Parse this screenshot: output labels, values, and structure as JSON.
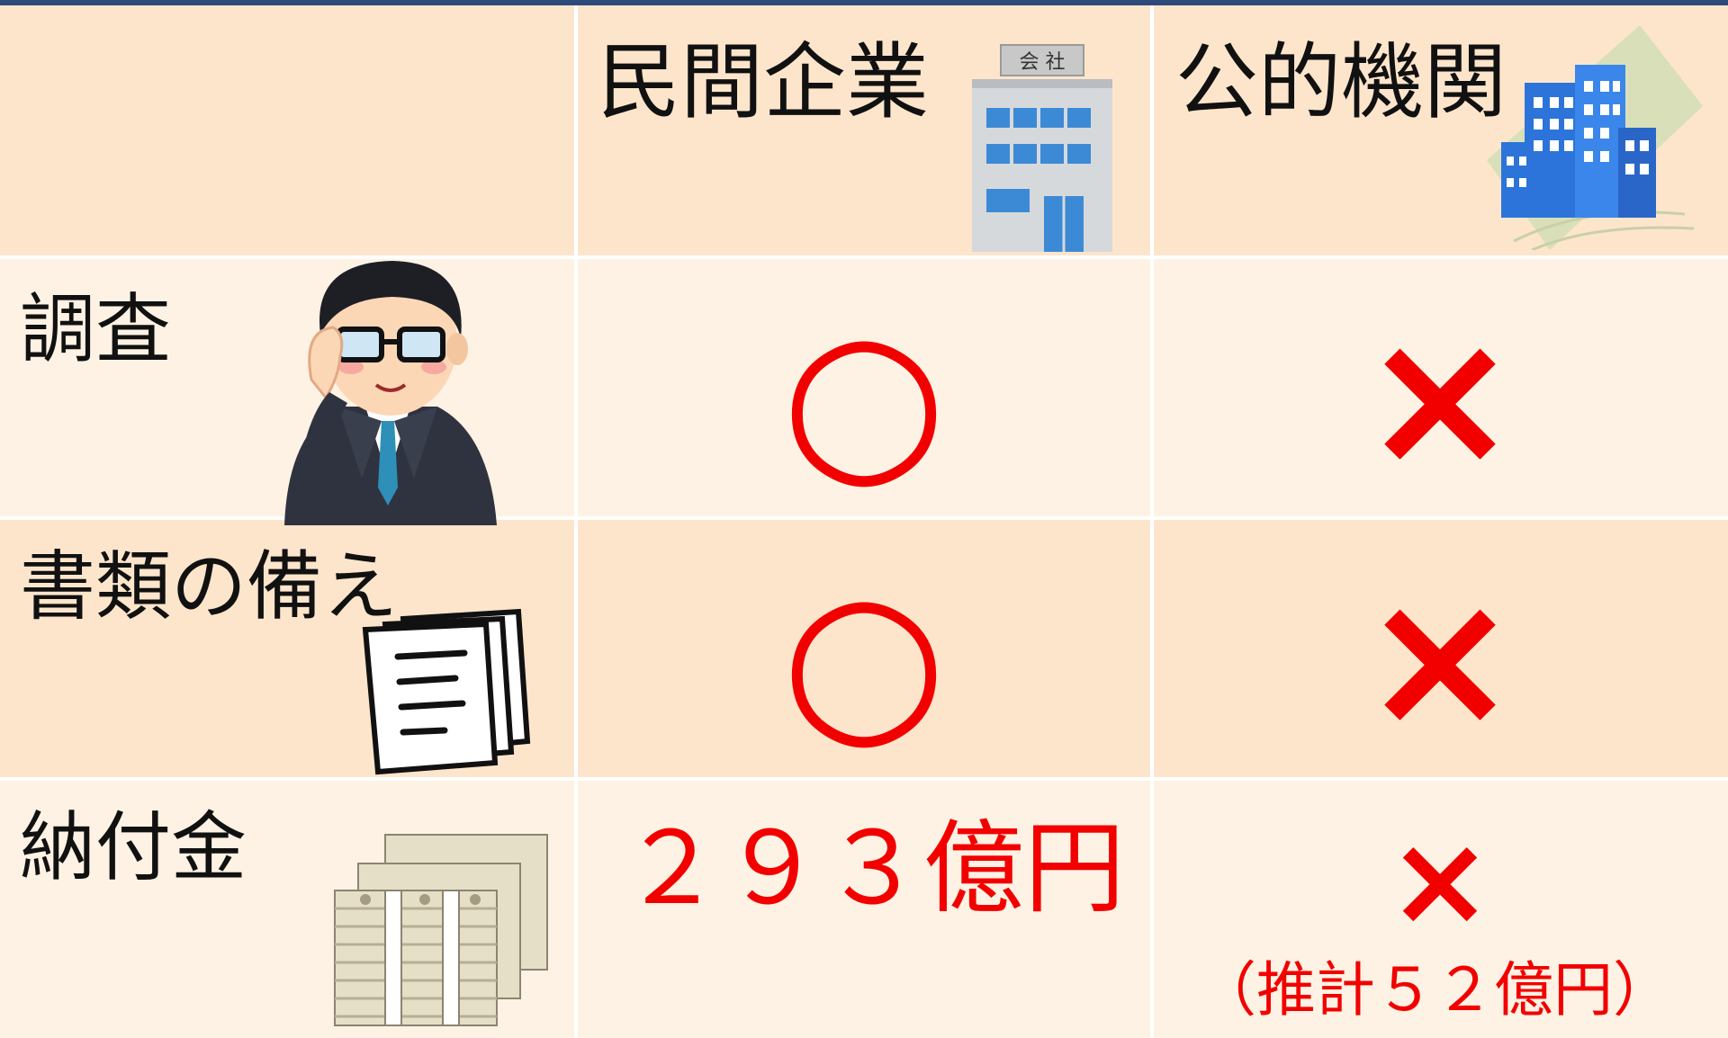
{
  "header": {
    "col_private": "民間企業",
    "col_public": "公的機関",
    "company_sign": "会 社"
  },
  "rows": [
    {
      "label": "調査",
      "private": "○",
      "public": "×"
    },
    {
      "label": "書類の備え",
      "private": "○",
      "public": "×"
    },
    {
      "label": "納付金",
      "private": "２９３億円",
      "public": "×",
      "public_note": "（推計５２億円）"
    }
  ],
  "colors": {
    "header_bg": "#fde5cc",
    "row_bg": "#fef2e4",
    "mark": "#f20000",
    "topbar": "#2e4a7a"
  },
  "icons": [
    "company-building-icon",
    "government-buildings-icon",
    "businessman-glasses-icon",
    "documents-icon",
    "money-stacks-icon"
  ]
}
